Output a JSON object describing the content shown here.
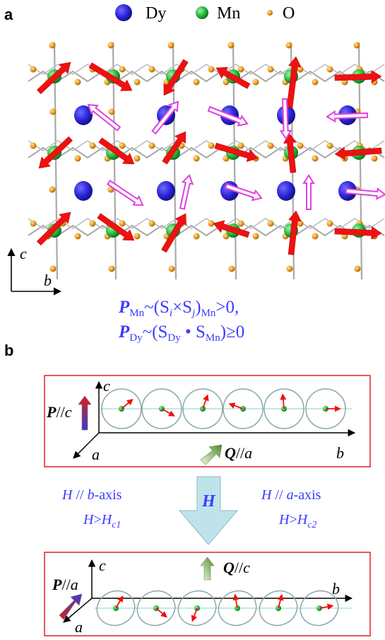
{
  "panel_a": {
    "letter": "a",
    "legend": [
      {
        "label": "Dy",
        "color": "#2a23d6"
      },
      {
        "label": "Mn",
        "color": "#1fb53a"
      },
      {
        "label": "O",
        "color": "#e89a1c"
      }
    ],
    "axes": {
      "vertical": "c",
      "horizontal": "b"
    },
    "equation_1": {
      "P": "P",
      "P_sub": "Mn",
      "rest": "~(S",
      "i": "i",
      "times": "×S",
      "j": "j",
      "close": ")",
      "close_sub": "Mn",
      "tail": ">0,"
    },
    "equation_2": {
      "P": "P",
      "P_sub": "Dy",
      "rest": "~(S",
      "s_sub": "Dy",
      "dot": " • S",
      "s2_sub": "Mn",
      "tail": ")≥0"
    }
  },
  "panel_b": {
    "letter": "b",
    "top_box": {
      "pol": "P//c",
      "axis_c": "c",
      "axis_a": "a",
      "axis_b": "b",
      "q": "Q//a"
    },
    "middle": {
      "left_line1": "H // b-axis",
      "left_line2": "H>H",
      "left_sub": "c1",
      "arrow_label": "H",
      "right_line1": "H // a-axis",
      "right_line2": "H>H",
      "right_sub": "c2"
    },
    "bottom_box": {
      "pol": "P//a",
      "axis_c": "c",
      "axis_a": "a",
      "axis_b": "b",
      "q": "Q//c"
    }
  },
  "colors": {
    "spin_arrow": "#ee1111",
    "dy_arrow": "#e040e0",
    "frame": "#e02020",
    "H_arrow": "#bfe3ea"
  }
}
